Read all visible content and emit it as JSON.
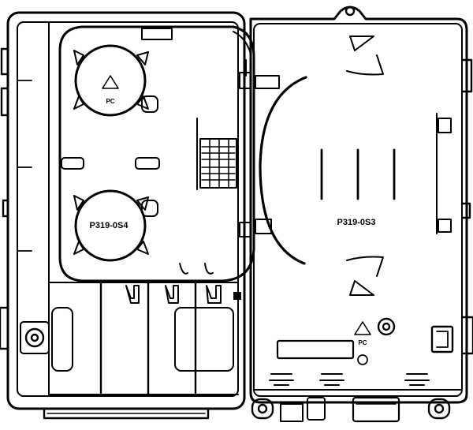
{
  "drawing": {
    "left_label": "P319-0S4",
    "right_label": "P319-0S3",
    "recycle_code_left": "PC",
    "recycle_code_right": "PC"
  },
  "colors": {
    "line": "#000000",
    "background": "#ffffff"
  }
}
